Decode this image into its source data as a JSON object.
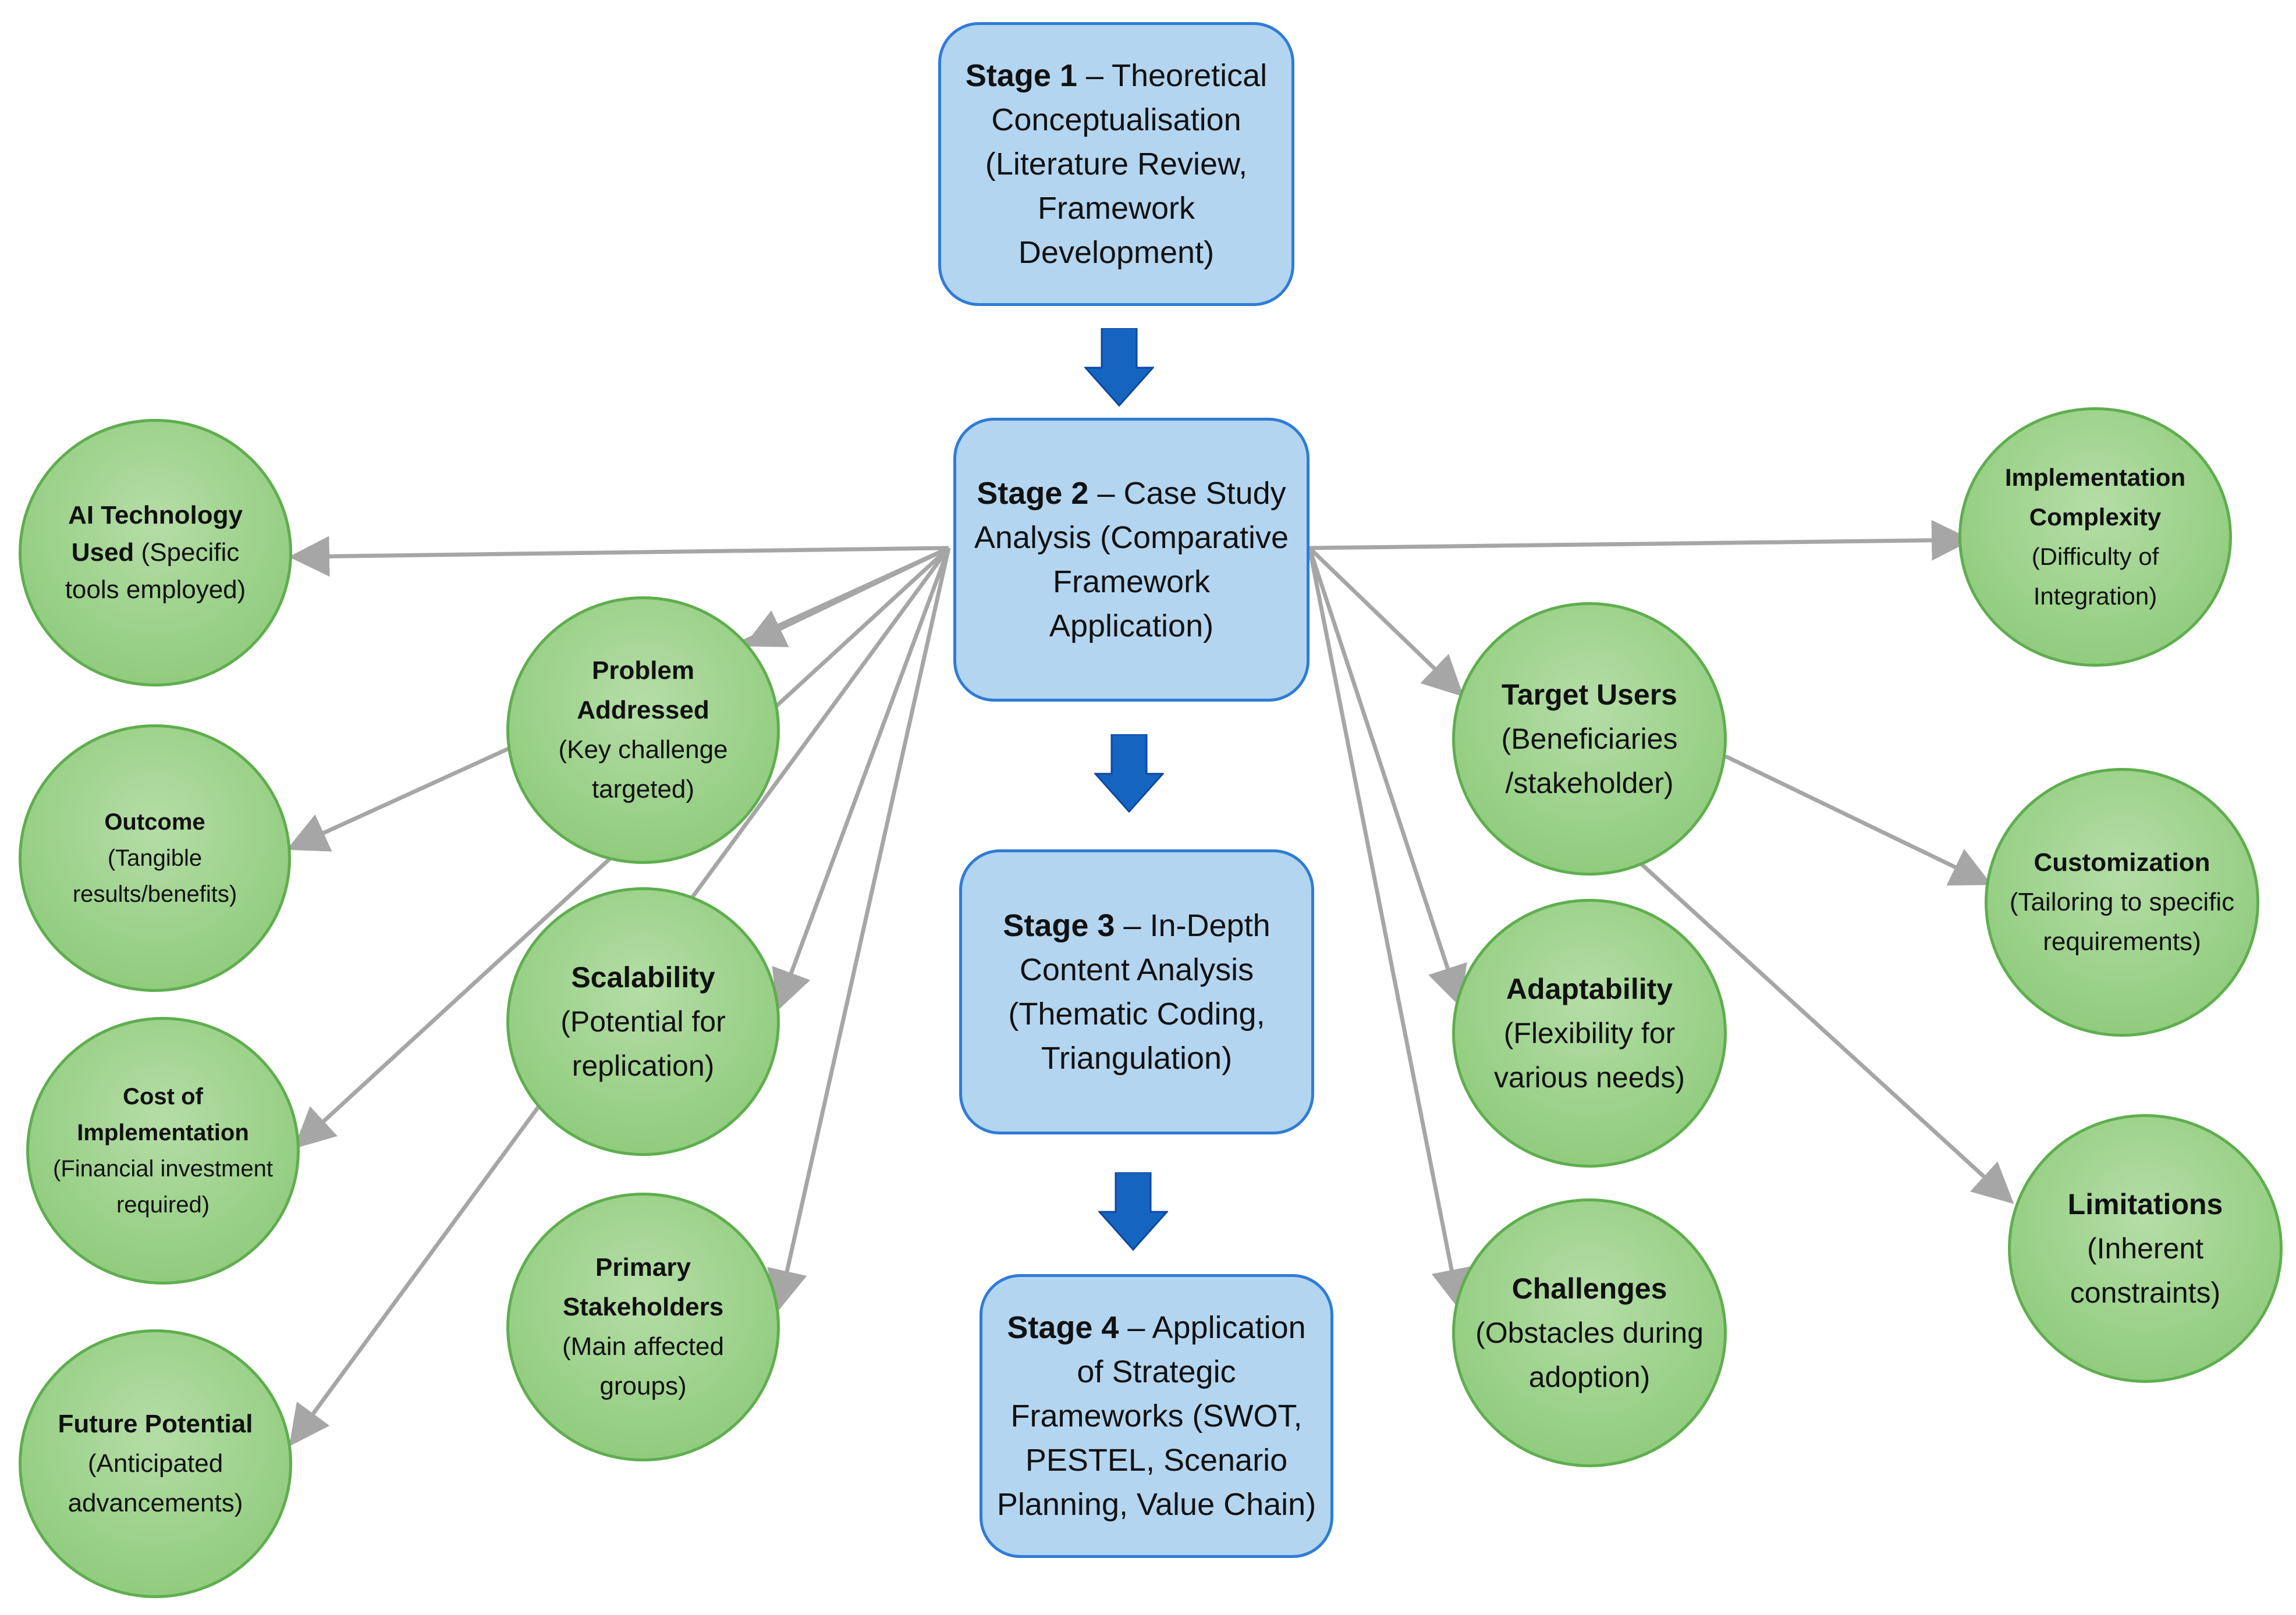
{
  "stages": [
    {
      "id": "stage-1",
      "bold": "Stage 1",
      "rest": " – Theoretical Conceptualisation (Literature Review, Framework Development)"
    },
    {
      "id": "stage-2",
      "bold": "Stage 2",
      "rest": " – Case Study Analysis (Comparative Framework Application)"
    },
    {
      "id": "stage-3",
      "bold": "Stage 3",
      "rest": " – In-Depth Content Analysis (Thematic Coding, Triangulation)"
    },
    {
      "id": "stage-4",
      "bold": "Stage 4",
      "rest": " – Application of Strategic Frameworks (SWOT, PESTEL, Scenario Planning, Value Chain)"
    }
  ],
  "nodes": [
    {
      "id": "ai-technology-used",
      "title": "AI Technology Used",
      "detail": " (Specific tools employed)",
      "inline": true
    },
    {
      "id": "outcome",
      "title": "Outcome",
      "detail": "(Tangible results/benefits)"
    },
    {
      "id": "cost-of-implementation",
      "title": "Cost of Implementation",
      "detail": "(Financial investment required)"
    },
    {
      "id": "future-potential",
      "title": "Future Potential",
      "detail": "(Anticipated advancements)"
    },
    {
      "id": "problem-addressed",
      "title": "Problem Addressed",
      "detail": "(Key challenge targeted)"
    },
    {
      "id": "scalability",
      "title": "Scalability",
      "detail": "(Potential for replication)"
    },
    {
      "id": "primary-stakeholders",
      "title": "Primary Stakeholders",
      "detail": "(Main affected groups)"
    },
    {
      "id": "target-users",
      "title": "Target Users",
      "detail": "(Beneficiaries /stakeholder)"
    },
    {
      "id": "adaptability",
      "title": "Adaptability",
      "detail": "(Flexibility for various needs)"
    },
    {
      "id": "challenges",
      "title": "Challenges",
      "detail": "(Obstacles during adoption)"
    },
    {
      "id": "implementation-complexity",
      "title": "Implementation Complexity",
      "detail": "(Difficulty of Integration)"
    },
    {
      "id": "customization",
      "title": "Customization",
      "detail": "(Tailoring to specific requirements)"
    },
    {
      "id": "limitations",
      "title": "Limitations",
      "detail": "(Inherent constraints)"
    }
  ],
  "colors": {
    "stage_fill": "#b3d5f0",
    "stage_border": "#2f7cd6",
    "node_fill": "#9fd38e",
    "node_border": "#5fae4e",
    "connector": "#a6a6a6",
    "stage_arrow": "#1565c0"
  }
}
